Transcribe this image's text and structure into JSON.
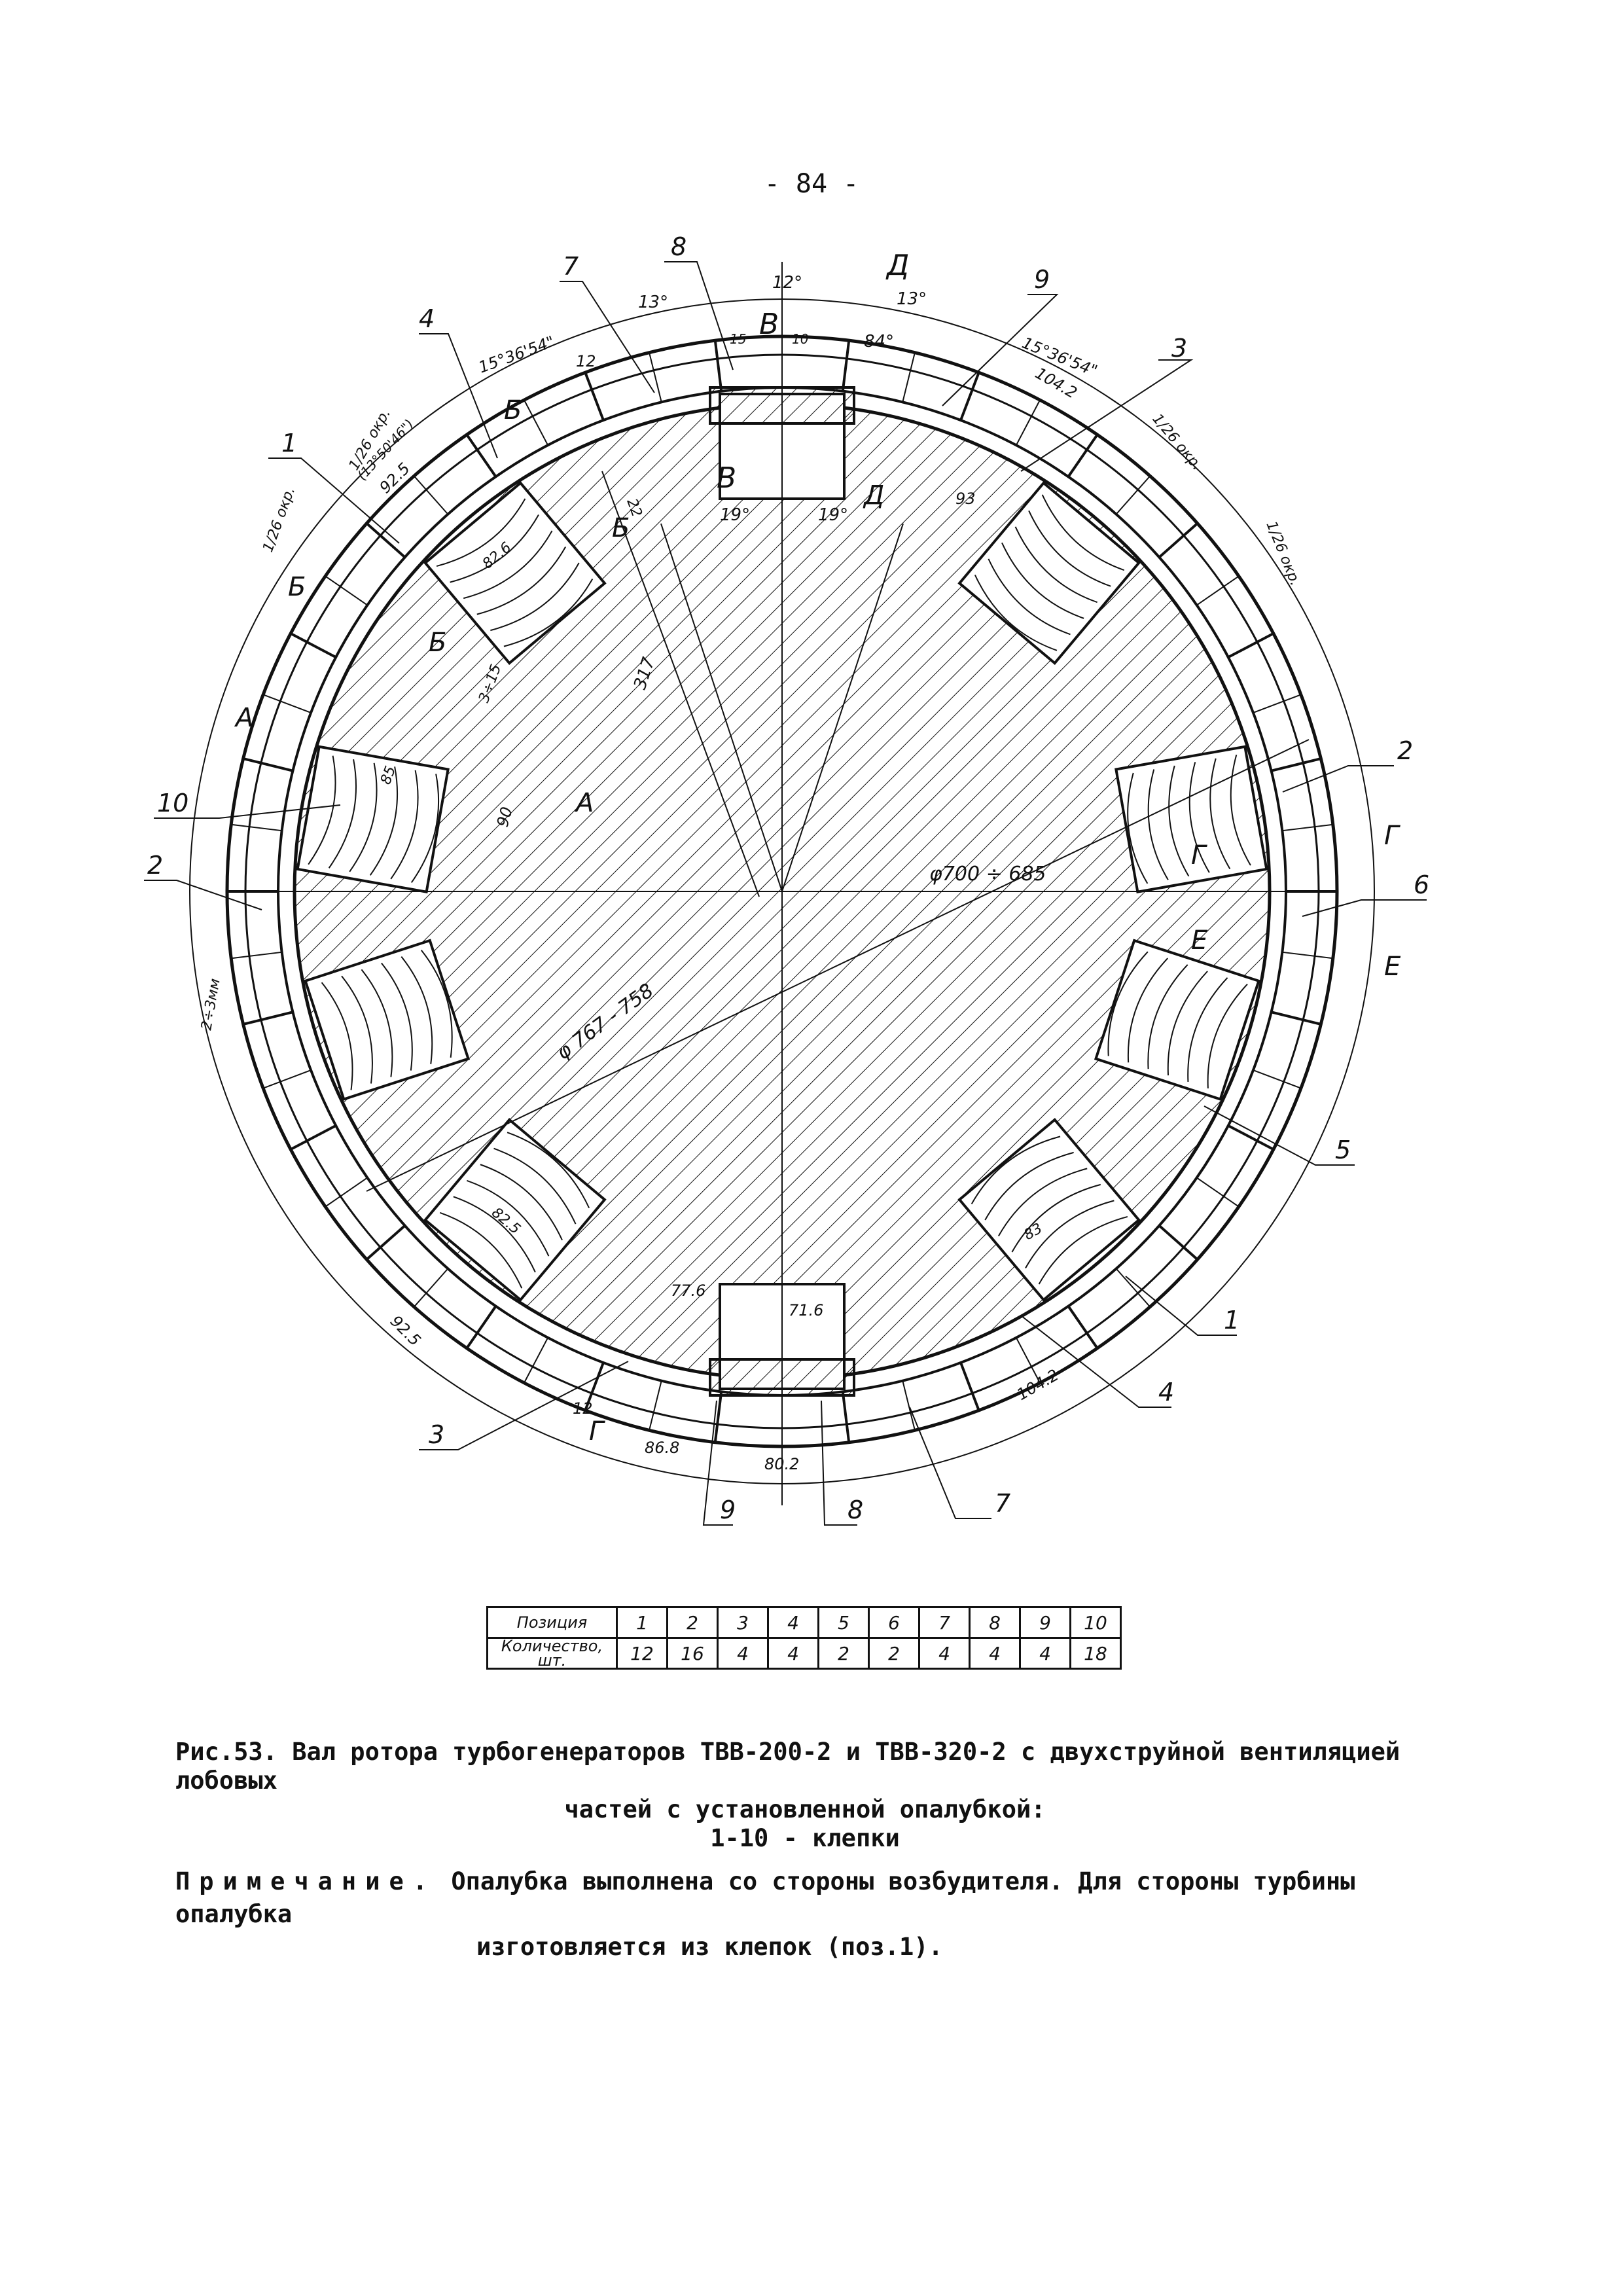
{
  "page_number": "- 84 -",
  "drawing": {
    "dimensions": {
      "shaft_diameter": "φ700 ÷ 685",
      "outer_diameter": "φ 767 - 758",
      "radius": "317",
      "angle_13_left": "13°",
      "angle_12": "12°",
      "angle_13_right": "13°",
      "angle_84": "84°",
      "angle_19_left": "19°",
      "angle_19_right": "19°",
      "angle_15_36_54_left": "15°36'54\"",
      "angle_15_36_54_right": "15°36'54\"",
      "arc_1_26_top_left": "1/26 окр.",
      "arc_13_50_46": "(13°50'46\")",
      "dim_92_5_top": "92.5",
      "arc_1_26_left": "1/26 окр.",
      "arc_1_26_right_top": "1/26 окр.",
      "arc_1_26_right": "1/26 окр.",
      "dim_104_2_top": "104.2",
      "dim_104_2_bottom": "104.2",
      "dim_12_top": "12",
      "dim_12_bottom": "12",
      "dim_22": "22",
      "dim_93": "93",
      "dim_82_6": "82.6",
      "dim_3_15": "3÷15",
      "dim_85": "85",
      "dim_90": "90",
      "dim_2_3mm": "2÷3мм",
      "dim_82_5": "82.5",
      "dim_83": "83",
      "dim_92_5_bottom": "92.5",
      "dim_77_6": "77.6",
      "dim_71_6": "71.6",
      "dim_86_8": "86.8",
      "dim_80_2": "80.2",
      "dim_15": "15",
      "dim_10": "10"
    },
    "section_marks": {
      "D": "Д",
      "B_top": "В",
      "B_mid": "В",
      "B_left1": "Б",
      "B_left2": "Б",
      "B_left3": "Б",
      "B_left4": "Б",
      "A_top": "А",
      "A_bottom": "А",
      "G_right1": "Г",
      "G_right2": "Г",
      "G_bottom": "Г",
      "E_right1": "Е",
      "E_right2": "Е",
      "D_mid": "Д"
    },
    "callouts": {
      "c1_left": "1",
      "c1_right": "1",
      "c2_left": "2",
      "c2_right": "2",
      "c3_top": "3",
      "c3_bottom": "3",
      "c4_top": "4",
      "c4_bottom": "4",
      "c5": "5",
      "c6": "6",
      "c7_top": "7",
      "c7_bottom": "7",
      "c8_top": "8",
      "c8_bottom": "8",
      "c9_top": "9",
      "c9_bottom": "9",
      "c10": "10"
    }
  },
  "table": {
    "row1_header": "Позиция",
    "row2_header_a": "Количество,",
    "row2_header_b": "шт.",
    "positions": [
      "1",
      "2",
      "3",
      "4",
      "5",
      "6",
      "7",
      "8",
      "9",
      "10"
    ],
    "quantities": [
      "12",
      "16",
      "4",
      "4",
      "2",
      "2",
      "4",
      "4",
      "4",
      "18"
    ]
  },
  "caption": {
    "line1": "Рис.53. Вал ротора турбогенераторов ТВВ-200-2 и ТВВ-320-2 с двухструйной вентиляцией лобовых",
    "line2": "частей с установленной опалубкой:",
    "line3": "1-10 - клепки"
  },
  "note": {
    "label": "Примечание.",
    "text1": "Опалубка выполнена со стороны возбудителя. Для стороны турбины опалубка",
    "text2": "изготовляется из клепок (поз.1)."
  },
  "colors": {
    "ink": "#111111",
    "paper": "#ffffff"
  }
}
